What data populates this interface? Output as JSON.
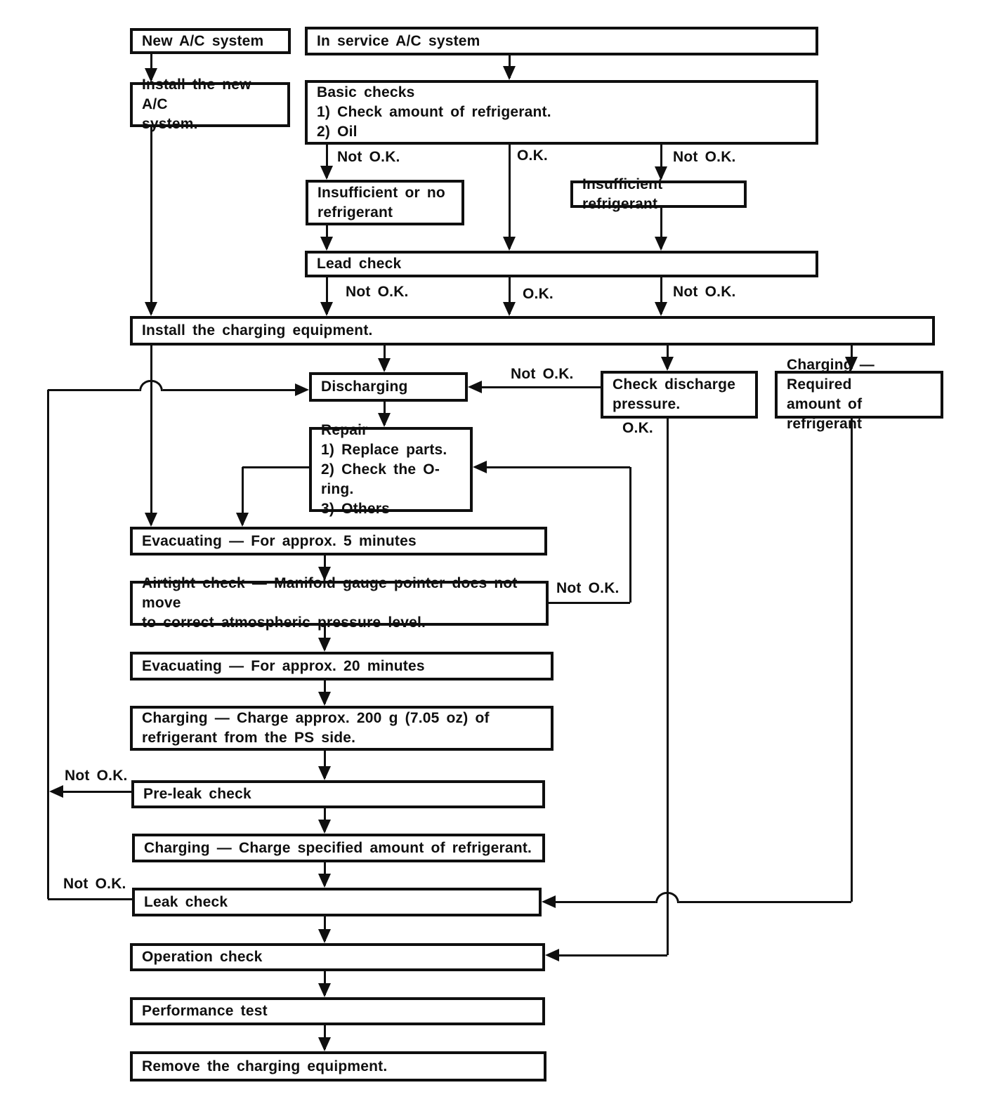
{
  "colors": {
    "ink": "#0f0f0f",
    "paper": "#ffffff"
  },
  "diagram": {
    "nodes": [
      {
        "id": "new-ac-system",
        "label": "New A/C system"
      },
      {
        "id": "in-service-ac-system",
        "label": "In service A/C system"
      },
      {
        "id": "install-new-ac-system",
        "label": "Install the new A/C\nsystem."
      },
      {
        "id": "basic-checks",
        "label": "Basic checks\n1) Check amount of refrigerant.\n2) Oil"
      },
      {
        "id": "insufficient-or-no-refrigerant",
        "label": "Insufficient or no\nrefrigerant"
      },
      {
        "id": "insufficient-refrigerant",
        "label": "Insufficient refrigerant"
      },
      {
        "id": "lead-check",
        "label": "Lead check"
      },
      {
        "id": "install-charging-equipment",
        "label": "Install the charging equipment."
      },
      {
        "id": "discharging",
        "label": "Discharging"
      },
      {
        "id": "check-discharge-pressure",
        "label": "Check discharge\npressure."
      },
      {
        "id": "charging-required-amount",
        "label": "Charging — Required\namount of refrigerant"
      },
      {
        "id": "repair",
        "label": "Repair\n1) Replace parts.\n2) Check the O-ring.\n3) Others"
      },
      {
        "id": "evacuating-5-minutes",
        "label": "Evacuating — For approx. 5 minutes"
      },
      {
        "id": "airtight-check",
        "label": "Airtight check — Manifold gauge pointer does not move\nto correct atmospheric pressure level."
      },
      {
        "id": "evacuating-20-minutes",
        "label": "Evacuating — For approx. 20 minutes"
      },
      {
        "id": "charging-approx-200g",
        "label": "Charging — Charge approx. 200 g (7.05 oz) of\nrefrigerant from the PS side."
      },
      {
        "id": "pre-leak-check",
        "label": "Pre-leak check"
      },
      {
        "id": "charging-specified-amount",
        "label": "Charging — Charge specified amount of refrigerant."
      },
      {
        "id": "leak-check",
        "label": "Leak check"
      },
      {
        "id": "operation-check",
        "label": "Operation check"
      },
      {
        "id": "performance-test",
        "label": "Performance test"
      },
      {
        "id": "remove-charging-equipment",
        "label": "Remove the charging equipment."
      }
    ],
    "edge_labels": [
      {
        "id": "not-ok-basic-left",
        "text": "Not O.K."
      },
      {
        "id": "ok-basic-center",
        "text": "O.K."
      },
      {
        "id": "not-ok-basic-right",
        "text": "Not O.K."
      },
      {
        "id": "not-ok-lead-left",
        "text": "Not O.K."
      },
      {
        "id": "ok-lead-center",
        "text": "O.K."
      },
      {
        "id": "not-ok-lead-right",
        "text": "Not O.K."
      },
      {
        "id": "not-ok-discharge",
        "text": "Not O.K."
      },
      {
        "id": "ok-discharge",
        "text": "O.K."
      },
      {
        "id": "not-ok-airtight",
        "text": "Not O.K."
      },
      {
        "id": "not-ok-pre-leak",
        "text": "Not O.K."
      },
      {
        "id": "not-ok-leak",
        "text": "Not O.K."
      }
    ],
    "connections": [
      {
        "from": "new-ac-system",
        "to": "install-new-ac-system",
        "label": ""
      },
      {
        "from": "in-service-ac-system",
        "to": "basic-checks",
        "label": ""
      },
      {
        "from": "install-new-ac-system",
        "to": "install-charging-equipment",
        "label": ""
      },
      {
        "from": "basic-checks",
        "to": "insufficient-or-no-refrigerant",
        "label": "Not O.K."
      },
      {
        "from": "basic-checks",
        "to": "lead-check",
        "label": "O.K."
      },
      {
        "from": "basic-checks",
        "to": "insufficient-refrigerant",
        "label": "Not O.K."
      },
      {
        "from": "insufficient-or-no-refrigerant",
        "to": "lead-check",
        "label": ""
      },
      {
        "from": "insufficient-refrigerant",
        "to": "lead-check",
        "label": ""
      },
      {
        "from": "lead-check",
        "to": "install-charging-equipment",
        "label": "Not O.K. / O.K. / Not O.K."
      },
      {
        "from": "install-charging-equipment",
        "to": "evacuating-5-minutes",
        "label": ""
      },
      {
        "from": "install-charging-equipment",
        "to": "discharging",
        "label": ""
      },
      {
        "from": "install-charging-equipment",
        "to": "check-discharge-pressure",
        "label": ""
      },
      {
        "from": "install-charging-equipment",
        "to": "charging-required-amount",
        "label": ""
      },
      {
        "from": "check-discharge-pressure",
        "to": "discharging",
        "label": "Not O.K."
      },
      {
        "from": "check-discharge-pressure",
        "to": "operation-check",
        "label": "O.K."
      },
      {
        "from": "charging-required-amount",
        "to": "leak-check",
        "label": ""
      },
      {
        "from": "discharging",
        "to": "repair",
        "label": ""
      },
      {
        "from": "repair",
        "to": "evacuating-5-minutes",
        "label": ""
      },
      {
        "from": "evacuating-5-minutes",
        "to": "airtight-check",
        "label": ""
      },
      {
        "from": "airtight-check",
        "to": "repair",
        "label": "Not O.K."
      },
      {
        "from": "airtight-check",
        "to": "evacuating-20-minutes",
        "label": ""
      },
      {
        "from": "evacuating-20-minutes",
        "to": "charging-approx-200g",
        "label": ""
      },
      {
        "from": "charging-approx-200g",
        "to": "pre-leak-check",
        "label": ""
      },
      {
        "from": "pre-leak-check",
        "to": "discharging",
        "label": "Not O.K."
      },
      {
        "from": "pre-leak-check",
        "to": "charging-specified-amount",
        "label": ""
      },
      {
        "from": "charging-specified-amount",
        "to": "leak-check",
        "label": ""
      },
      {
        "from": "leak-check",
        "to": "discharging",
        "label": "Not O.K."
      },
      {
        "from": "leak-check",
        "to": "operation-check",
        "label": ""
      },
      {
        "from": "operation-check",
        "to": "performance-test",
        "label": ""
      },
      {
        "from": "performance-test",
        "to": "remove-charging-equipment",
        "label": ""
      }
    ]
  }
}
